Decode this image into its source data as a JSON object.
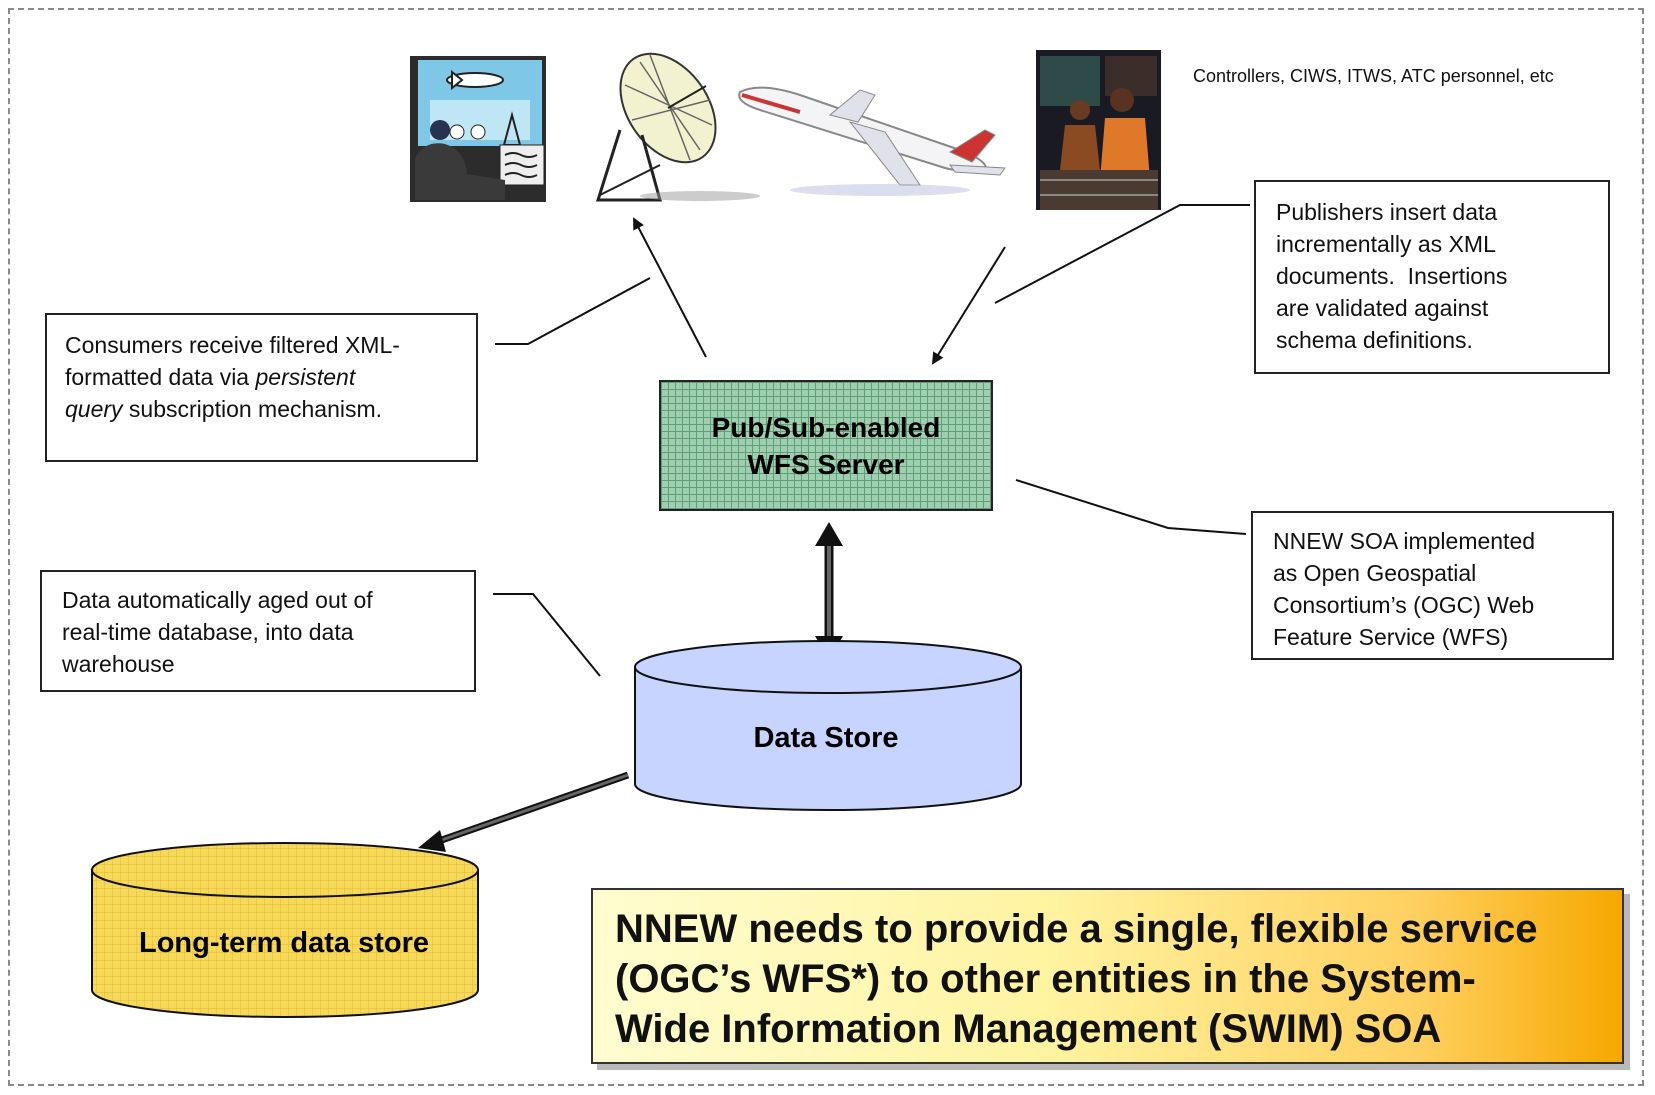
{
  "controllers_label": "Controllers, CIWS, ITWS, ATC personnel, etc",
  "consumers": {
    "line1": "Consumers receive filtered XML-",
    "line2_a": "formatted data via ",
    "line2_b": "persistent",
    "line3_a": "query",
    "line3_b": " subscription mechanism."
  },
  "publishers": {
    "line1": "Publishers insert data",
    "line2": "incrementally as XML",
    "line3": "documents.  Insertions",
    "line4": "are validated against",
    "line5": "schema definitions."
  },
  "wfs_server": {
    "line1": "Pub/Sub-enabled",
    "line2": "WFS Server",
    "color": "#9fcfb0"
  },
  "nnew_soa": {
    "line1": "NNEW SOA implemented",
    "line2": "as Open Geospatial",
    "line3": "Consortium’s (OGC) Web",
    "line4": "Feature Service (WFS)"
  },
  "aged": {
    "line1": "Data automatically aged out of",
    "line2": "real-time database, into data",
    "line3": "warehouse"
  },
  "data_store": {
    "label": "Data Store",
    "color": "#c6d4ff"
  },
  "long_term_store": {
    "label": "Long-term data store",
    "color": "#f7d95a"
  },
  "callout": {
    "line1": "NNEW needs to provide a single, flexible service",
    "line2": "(OGC’s WFS*) to other entities in the System-",
    "line3": "Wide Information Management (SWIM) SOA"
  },
  "icons": [
    "operator-workstation-icon",
    "satellite-dish-icon",
    "airplane-icon",
    "controllers-photo-icon"
  ]
}
